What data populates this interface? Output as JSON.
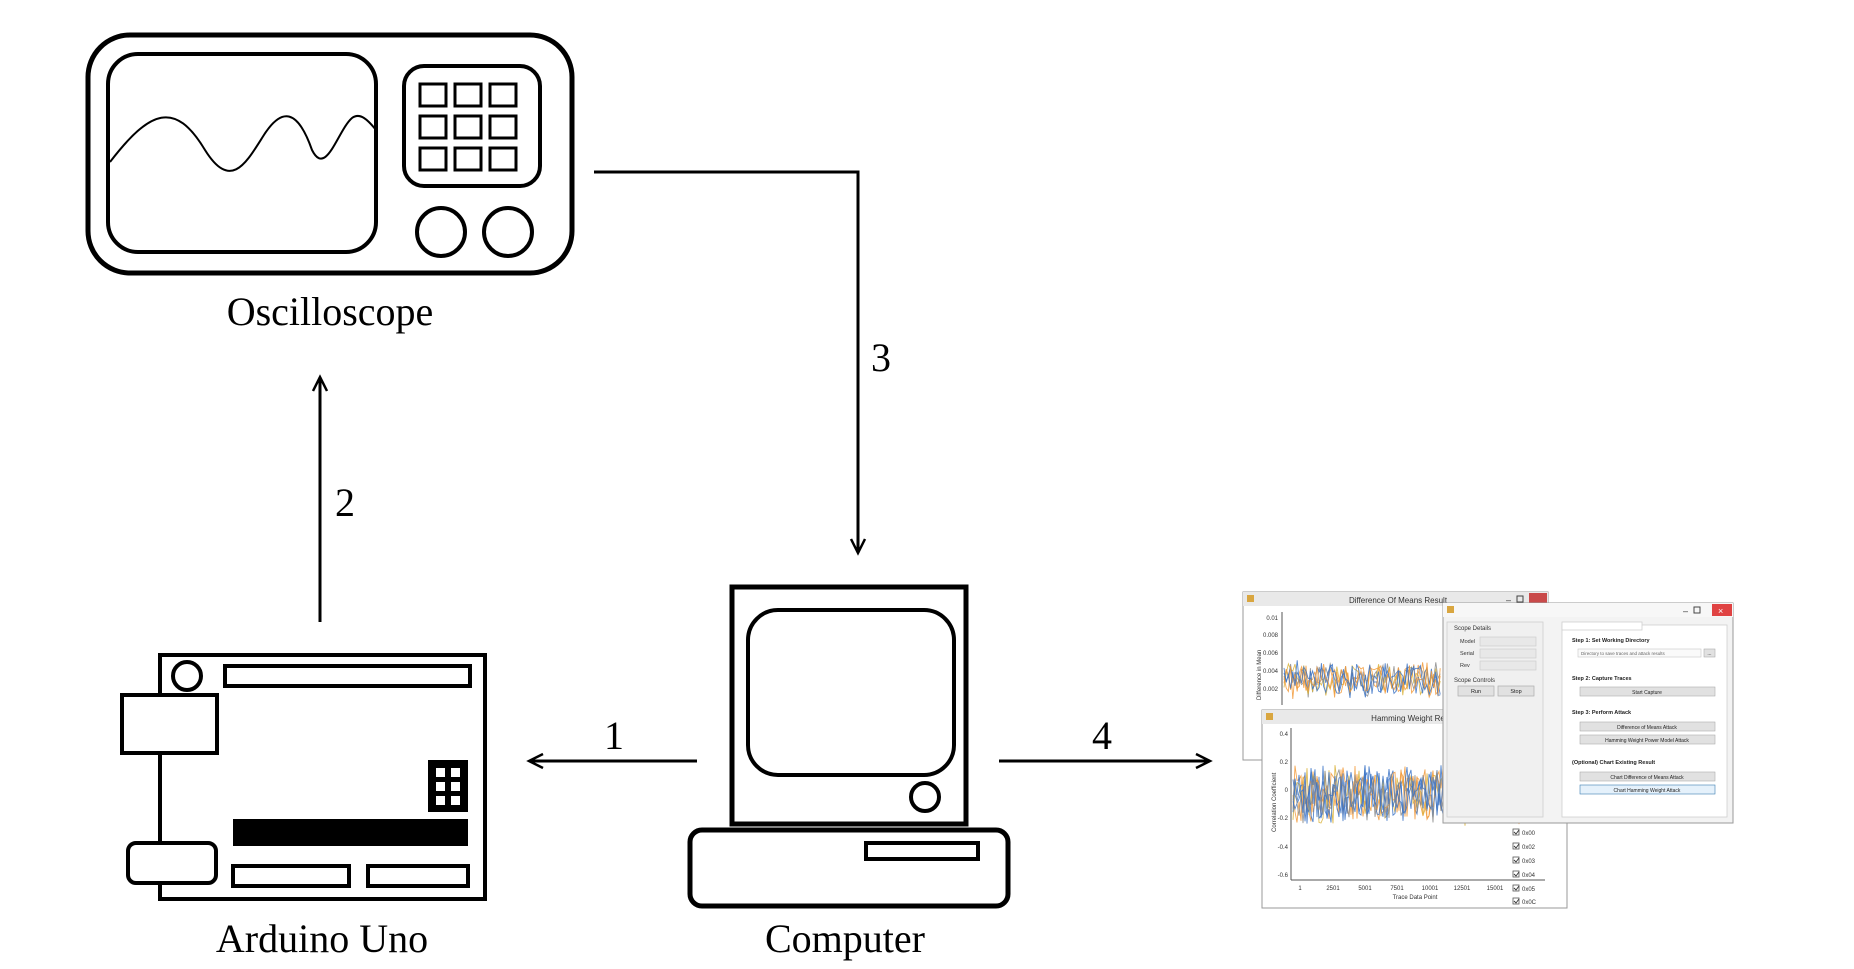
{
  "diagram": {
    "nodes": {
      "oscilloscope": {
        "label": "Oscilloscope"
      },
      "arduino": {
        "label": "Arduino Uno"
      },
      "computer": {
        "label": "Computer"
      }
    },
    "edges": [
      {
        "id": "1",
        "label": "1",
        "from": "Computer",
        "to": "Arduino Uno"
      },
      {
        "id": "2",
        "label": "2",
        "from": "Arduino Uno",
        "to": "Oscilloscope"
      },
      {
        "id": "3",
        "label": "3",
        "from": "Oscilloscope",
        "to": "Computer"
      },
      {
        "id": "4",
        "label": "4",
        "from": "Computer",
        "to": "Software screenshots"
      }
    ]
  },
  "screenshots": {
    "dom_window": {
      "title": "Difference Of Means Result",
      "y_ticks": [
        "0.01",
        "0.008",
        "0.006",
        "0.004",
        "0.002"
      ],
      "y_label": "Difference in Mean"
    },
    "hw_window": {
      "title": "Hamming Weight Res",
      "y_ticks": [
        "0.4",
        "0.2",
        "0",
        "-0.2",
        "-0.4",
        "-0.6"
      ],
      "x_ticks": [
        "1",
        "2501",
        "5001",
        "7501",
        "10001",
        "12501",
        "15001"
      ],
      "x_label": "Trace Data Point",
      "y_label": "Correlation Coefficient",
      "checks": [
        "0x00",
        "0x02",
        "0x03",
        "0x04",
        "0x05",
        "0x0C"
      ]
    },
    "control_window": {
      "scope_details_title": "Scope Details",
      "fields": [
        "Model",
        "Serial",
        "Rev"
      ],
      "scope_controls_title": "Scope Controls",
      "run_label": "Run",
      "stop_label": "Stop",
      "step1_title": "Step 1: Set Working Directory",
      "dir_placeholder": "Directory to save traces and attack results",
      "browse_label": "...",
      "step2_title": "Step 2: Capture Traces",
      "start_capture_label": "Start Capture",
      "step3_title": "Step 3: Perform Attack",
      "dom_attack_label": "Difference of Means Attack",
      "hw_attack_label": "Hamming Weight Power Model Attack",
      "optional_title": "(Optional) Chart Existing Result",
      "chart_dom_label": "Chart Difference of Means Attack",
      "chart_hw_label": "Chart Hamming Weight Attack"
    }
  },
  "colors": {
    "line": "#000000",
    "trace_blue": "#3b73c6",
    "trace_orange": "#f29a3a",
    "trace_gold": "#d9b23a",
    "trace_gray": "#8a8a8a",
    "close_red": "#e04343",
    "window_bg": "#f3f3f3"
  }
}
